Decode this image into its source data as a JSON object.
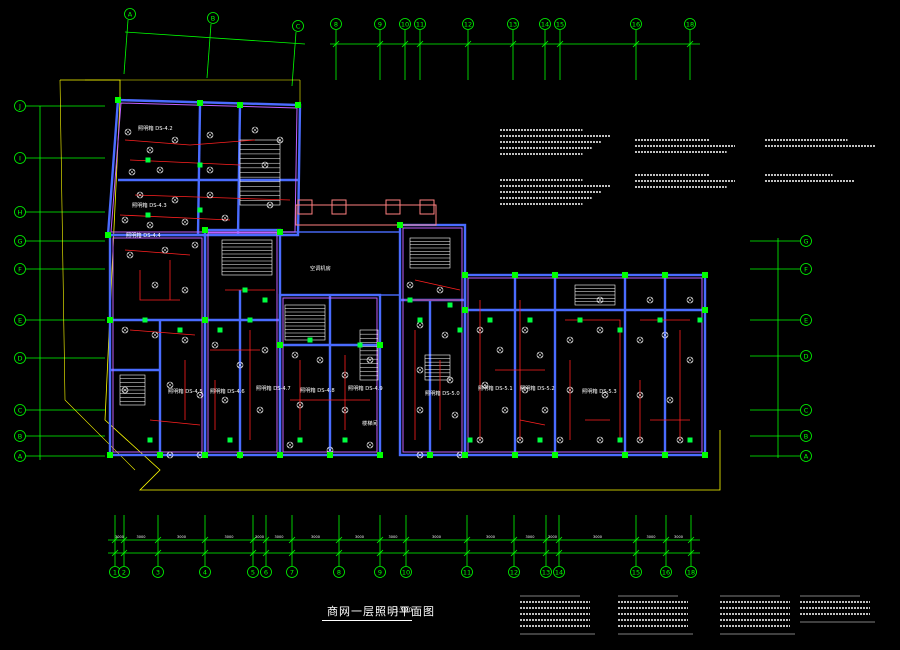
{
  "drawing": {
    "title": "商网一层照明平面图",
    "scale": "1:100",
    "colors": {
      "background": "#000000",
      "axis": "#00ff00",
      "wall": "#4a6cff",
      "wall_inner": "#c060ff",
      "wiring": "#ff2020",
      "fixture": "#00ff40",
      "text": "#ffffff",
      "accent": "#ffff00"
    },
    "axes_top_left": [
      "A",
      "B",
      "C"
    ],
    "axes_top_right": [
      "8",
      "9",
      "10",
      "11",
      "12",
      "13",
      "14",
      "15",
      "16",
      "18"
    ],
    "axes_bottom": [
      "1",
      "2",
      "3",
      "4",
      "5",
      "6",
      "7",
      "8",
      "9",
      "10",
      "11",
      "12",
      "13",
      "14",
      "15",
      "16",
      "18"
    ],
    "axes_left": [
      "J",
      "I",
      "H",
      "G",
      "F",
      "E",
      "D",
      "C",
      "B",
      "A"
    ],
    "axes_right": [
      "G",
      "F",
      "E",
      "D",
      "C",
      "B",
      "A"
    ],
    "room_labels": [
      "照明箱 DS-4.2",
      "照明箱 DS-4.3",
      "照明箱 DS-4.4",
      "照明箱 DS-4.5",
      "照明箱 DS-4.6",
      "照明箱 DS-4.7",
      "照明箱 DS-4.8",
      "照明箱 DS-4.9",
      "照明箱 DS-5.0",
      "照明箱 DS-5.1",
      "照明箱 DS-5.2",
      "照明箱 DS-5.3",
      "空调机房",
      "楼梯间"
    ]
  }
}
